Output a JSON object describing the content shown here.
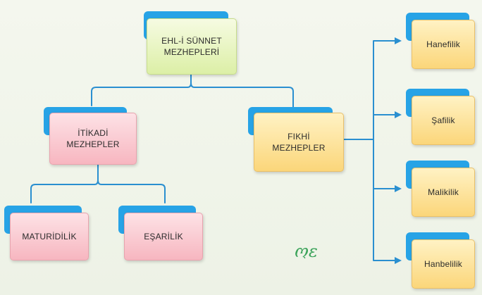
{
  "colors": {
    "connector": "#2a8fd0",
    "tab": "#27a3e6",
    "green_box": "#e4f4b8",
    "pink_box": "#f9c6ce",
    "yellow_box": "#fde08e",
    "logo": "#3ba35a"
  },
  "root": {
    "label": "EHL-İ SÜNNET\nMEZHEPLERİ"
  },
  "itikadi": {
    "label": "İTİKADİ\nMEZHEPLER",
    "children": [
      "MATURİDİLİK",
      "EŞARİLİK"
    ]
  },
  "fikhi": {
    "label": "FIKHİ\nMEZHEPLER",
    "children": [
      "Hanefilik",
      "Şafilik",
      "Malikilik",
      "Hanbelilik"
    ]
  },
  "logo": {
    "text": "ოε",
    "icon": "meb-logo-icon"
  }
}
